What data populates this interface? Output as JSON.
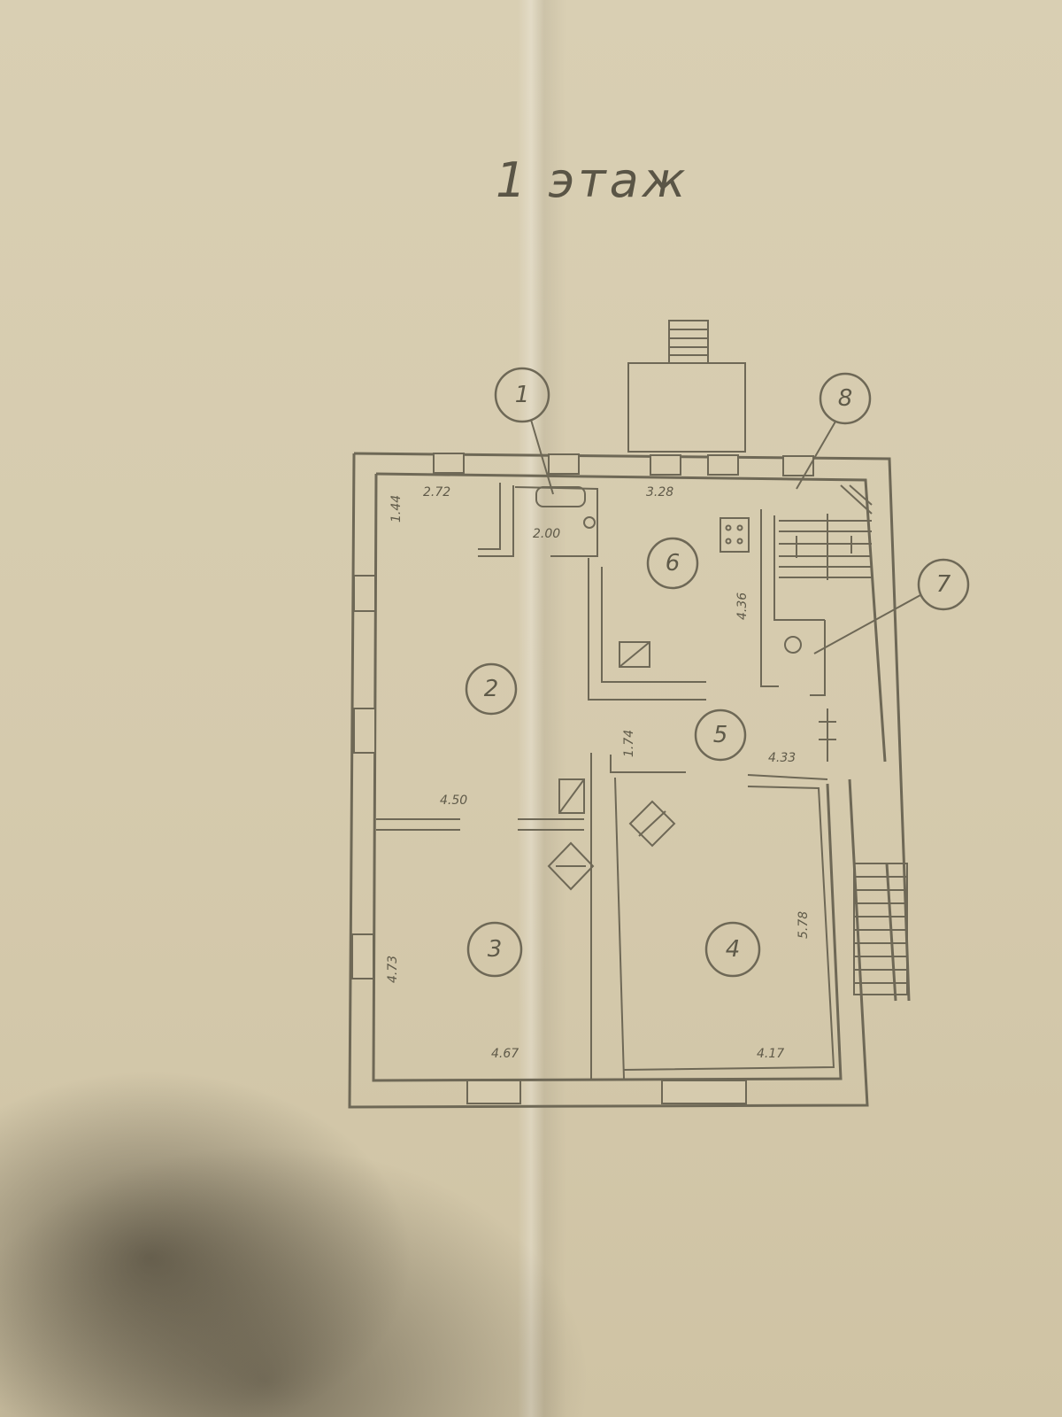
{
  "title": "1 этаж",
  "rooms": [
    {
      "id": "room-1",
      "label": "1"
    },
    {
      "id": "room-2",
      "label": "2"
    },
    {
      "id": "room-3",
      "label": "3"
    },
    {
      "id": "room-4",
      "label": "4"
    },
    {
      "id": "room-5",
      "label": "5"
    },
    {
      "id": "room-6",
      "label": "6"
    },
    {
      "id": "room-7",
      "label": "7"
    },
    {
      "id": "room-8",
      "label": "8"
    }
  ],
  "dimensions": {
    "d_1_44": "1.44",
    "d_2_72": "2.72",
    "d_2_00": "2.00",
    "d_3_28": "3.28",
    "d_4_36": "4.36",
    "d_1_74": "1.74",
    "d_4_33": "4.33",
    "d_4_50": "4.50",
    "d_4_73": "4.73",
    "d_5_78": "5.78",
    "d_4_67": "4.67",
    "d_4_17": "4.17"
  }
}
